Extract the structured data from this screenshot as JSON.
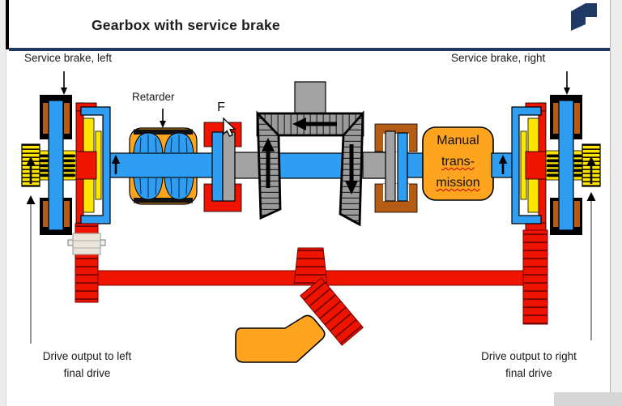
{
  "page": {
    "title": "Gearbox with service brake"
  },
  "labels": {
    "service_brake_left": "Service brake, left",
    "service_brake_right": "Service brake, right",
    "retarder": "Retarder",
    "force": "F",
    "manual_transmission": {
      "line1": "Manual",
      "line2": "trans-",
      "line3": "mission"
    },
    "drive_output_left": {
      "line1": "Drive output to left",
      "line2": "final drive"
    },
    "drive_output_right": {
      "line1": "Drive output to right",
      "line2": "final drive"
    }
  },
  "icons": {
    "logo": "brand-flag-logo",
    "cursor": "mouse-cursor-icon"
  },
  "colors": {
    "navy": "#1f3864",
    "blue": "#2f9df2",
    "red": "#ee1400",
    "red-line": "#7a0000",
    "yellow": "#ffe600",
    "orange": "#ffa41e",
    "brown": "#b55c14",
    "shaft": "#a3a3a3",
    "gear": "#9b9b9b",
    "cream": "#eae5d8",
    "bg": "#ececec",
    "block": "#d6d6d6",
    "ink": "#1a1a1a",
    "squiggle": "#c00000",
    "leader": "#8a8a8a"
  }
}
